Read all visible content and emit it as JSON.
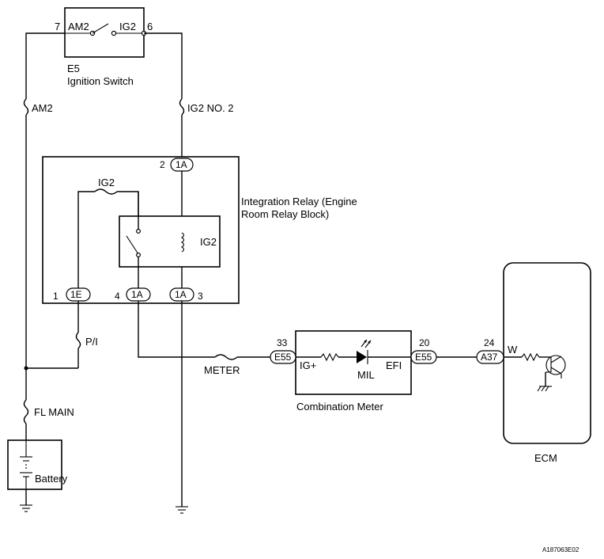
{
  "ignition_switch": {
    "code": "E5",
    "name": "Ignition Switch",
    "pin_am2_num": "7",
    "pin_am2_label": "AM2",
    "pin_ig2_label": "IG2",
    "pin_ig2_num": "6"
  },
  "fuses": {
    "am2": "AM2",
    "ig2_no2": "IG2 NO. 2",
    "ig2_relay": "IG2",
    "pi": "P/I",
    "meter": "METER",
    "fl_main": "FL MAIN"
  },
  "integration_relay": {
    "name_line1": "Integration Relay (Engine",
    "name_line2": "Room Relay Block)",
    "coil_label": "IG2",
    "conn_top": {
      "pin": "2",
      "code": "1A"
    },
    "conn_1e": {
      "pin": "1",
      "code": "1E"
    },
    "conn_4": {
      "pin": "4",
      "code": "1A"
    },
    "conn_3": {
      "pin": "3",
      "code": "1A"
    }
  },
  "combination_meter": {
    "name": "Combination Meter",
    "in_pin": "33",
    "in_conn": "E55",
    "in_label": "IG+",
    "lamp_label": "MIL",
    "out_label": "EFI",
    "out_pin": "20",
    "out_conn": "E55"
  },
  "ecm": {
    "name": "ECM",
    "pin": "24",
    "conn": "A37",
    "wire_color": "W"
  },
  "battery": {
    "name": "Battery"
  },
  "figure_id": "A187063E02"
}
